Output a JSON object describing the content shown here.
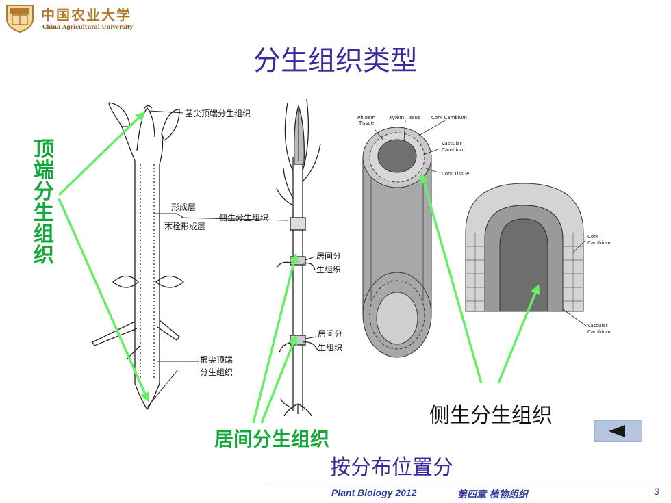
{
  "header": {
    "logo_cn": "中国农业大学",
    "logo_en": "China Agricultural University"
  },
  "slide": {
    "title": "分生组织类型",
    "vertical_label": "顶端分生组织",
    "label_intercalary": "居间分生组织",
    "label_lateral": "侧生分生组织",
    "label_classification": "按分布位置分"
  },
  "figure_plant": {
    "shoot_apex": "茎尖顶端分生组织",
    "cambium": "形成层",
    "cork_cambium": "木栓形成层",
    "lateral_meristem": "侧生分生组织",
    "root_apex_line1": "根尖顶端",
    "root_apex_line2": "分生组织"
  },
  "figure_grass": {
    "inter1_line1": "居间分",
    "inter1_line2": "生组织",
    "inter2_line1": "居间分",
    "inter2_line2": "生组织"
  },
  "figure_stem": {
    "phloem": "Phloem",
    "tissue": "Tissue",
    "xylem": "Xylem Tissue",
    "cork_cambium": "Cork Cambium",
    "vascular": "Vascular",
    "cambium": "Cambium",
    "cork_tissue": "Cork Tissue"
  },
  "figure_cells": {
    "cork": "Cork",
    "cambium": "Cambium",
    "vascular": "Vascular",
    "cambium2": "Cambium"
  },
  "footer": {
    "course": "Plant Biology 2012",
    "chapter": "第四章 植物组织",
    "page": "3"
  },
  "colors": {
    "title": "#3a2a9a",
    "green_label": "#12a83a",
    "arrow": "#66ee66",
    "footer": "#2c3c9c"
  },
  "icons": {
    "nav_back": "left-triangle-icon",
    "logo": "university-crest-icon"
  }
}
